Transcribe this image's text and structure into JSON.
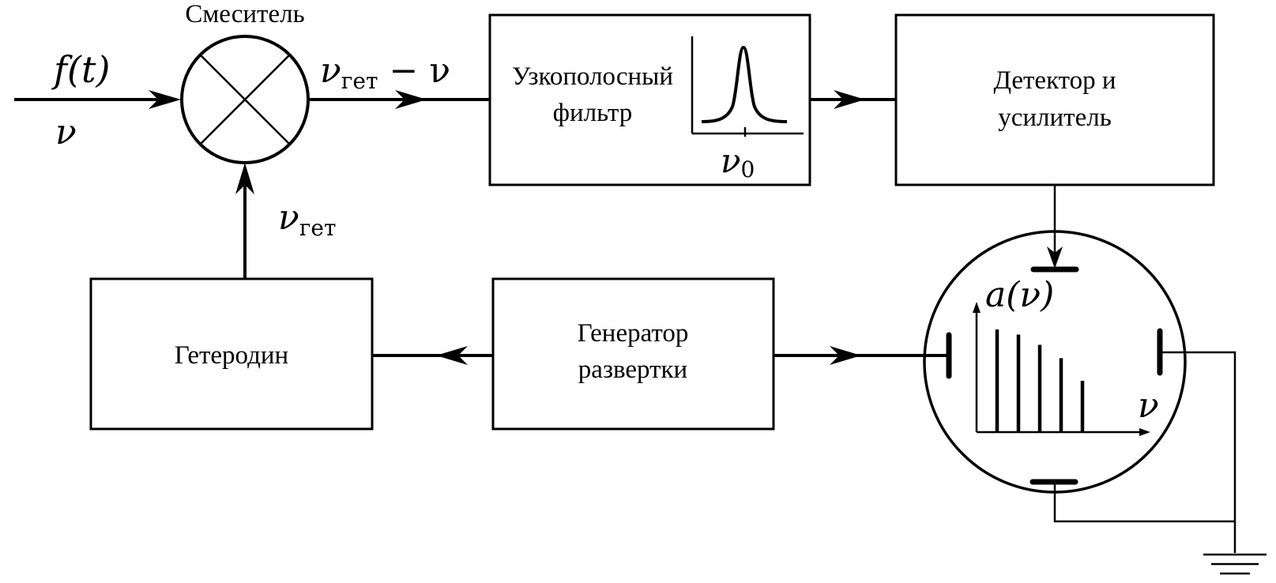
{
  "mixer": {
    "title": "Смеситель",
    "input_signal": "f(t)",
    "input_freq": "ν",
    "output_label": "ν",
    "output_sub": "гет",
    "output_rest": " − ν",
    "lo_label": "ν",
    "lo_sub": "гет"
  },
  "filter": {
    "line1": "Узкополосный",
    "line2": "фильтр",
    "center_freq": "ν",
    "center_sub": "0"
  },
  "detector": {
    "line1": "Детектор и",
    "line2": "усилитель"
  },
  "heterodyne": {
    "label": "Гетеродин"
  },
  "sweep": {
    "line1": "Генератор",
    "line2": "развертки"
  },
  "display": {
    "y_label": "a(ν)",
    "x_label": "ν",
    "spectrum_lines": [
      1.0,
      0.95,
      0.85,
      0.72,
      0.5
    ]
  }
}
